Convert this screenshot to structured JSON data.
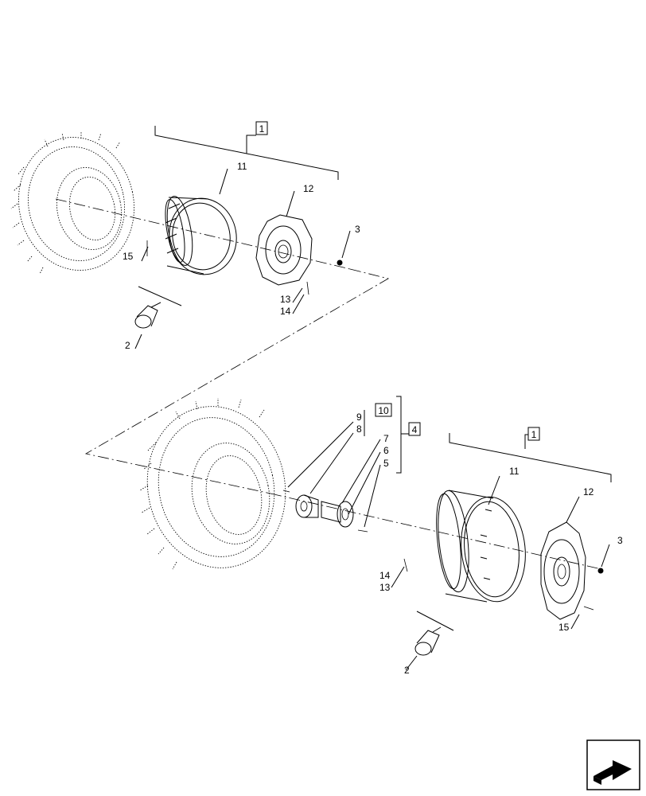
{
  "callouts": {
    "top_assembly": "1",
    "top_rim": "11",
    "top_center": "12",
    "top_nut": "3",
    "top_valve_bolt": "15",
    "top_13": "13",
    "top_14": "14",
    "top_valve": "2",
    "bottom_assembly": "1",
    "bottom_rim": "11",
    "bottom_center": "12",
    "bottom_nut": "3",
    "bottom_15": "15",
    "bottom_14": "14",
    "bottom_13": "13",
    "bottom_valve": "2",
    "spacer_kit": "4",
    "spacer_9": "9",
    "spacer_8": "8",
    "spacer_10": "10",
    "spacer_7": "7",
    "spacer_6": "6",
    "spacer_5": "5"
  },
  "icons": {
    "nav": "next-page-arrow-icon"
  }
}
